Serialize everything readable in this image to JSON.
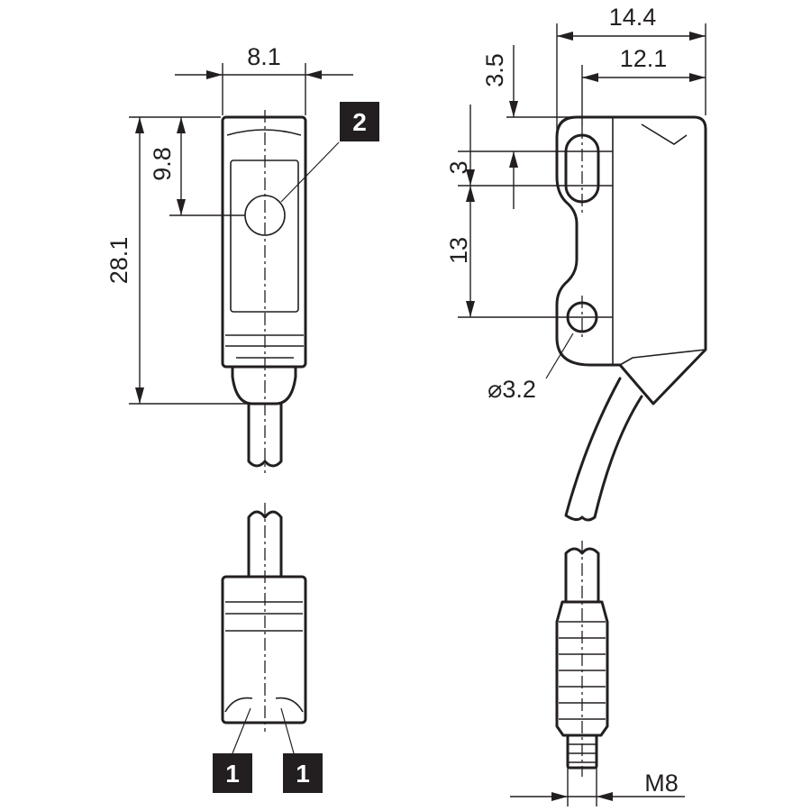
{
  "dimensions": {
    "front_width": "8.1",
    "front_height": "28.1",
    "lens_offset": "9.8",
    "side_width_total": "14.4",
    "side_width_inner": "12.1",
    "top_to_slot": "3.5",
    "slot_length": "3",
    "hole_spacing": "13",
    "hole_diameter": "⌀3.2",
    "thread": "M8"
  },
  "callouts": {
    "lens": "2",
    "left_marker": "1",
    "right_marker": "1"
  }
}
